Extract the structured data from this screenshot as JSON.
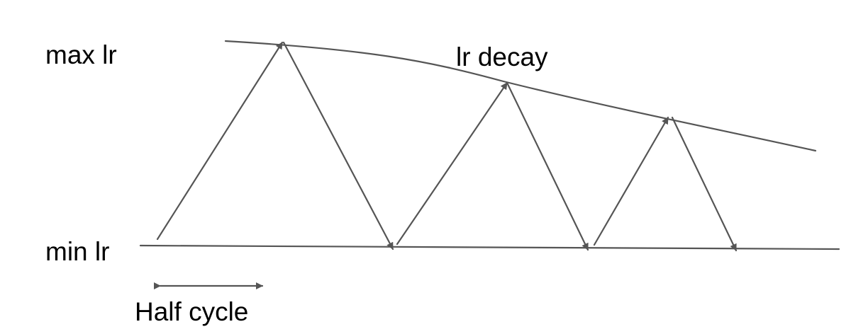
{
  "labels": {
    "max_lr": "max lr",
    "min_lr": "min lr",
    "lr_decay": "lr decay",
    "half_cycle": "Half cycle"
  },
  "colors": {
    "text": "#000000",
    "lines": "#555555"
  }
}
